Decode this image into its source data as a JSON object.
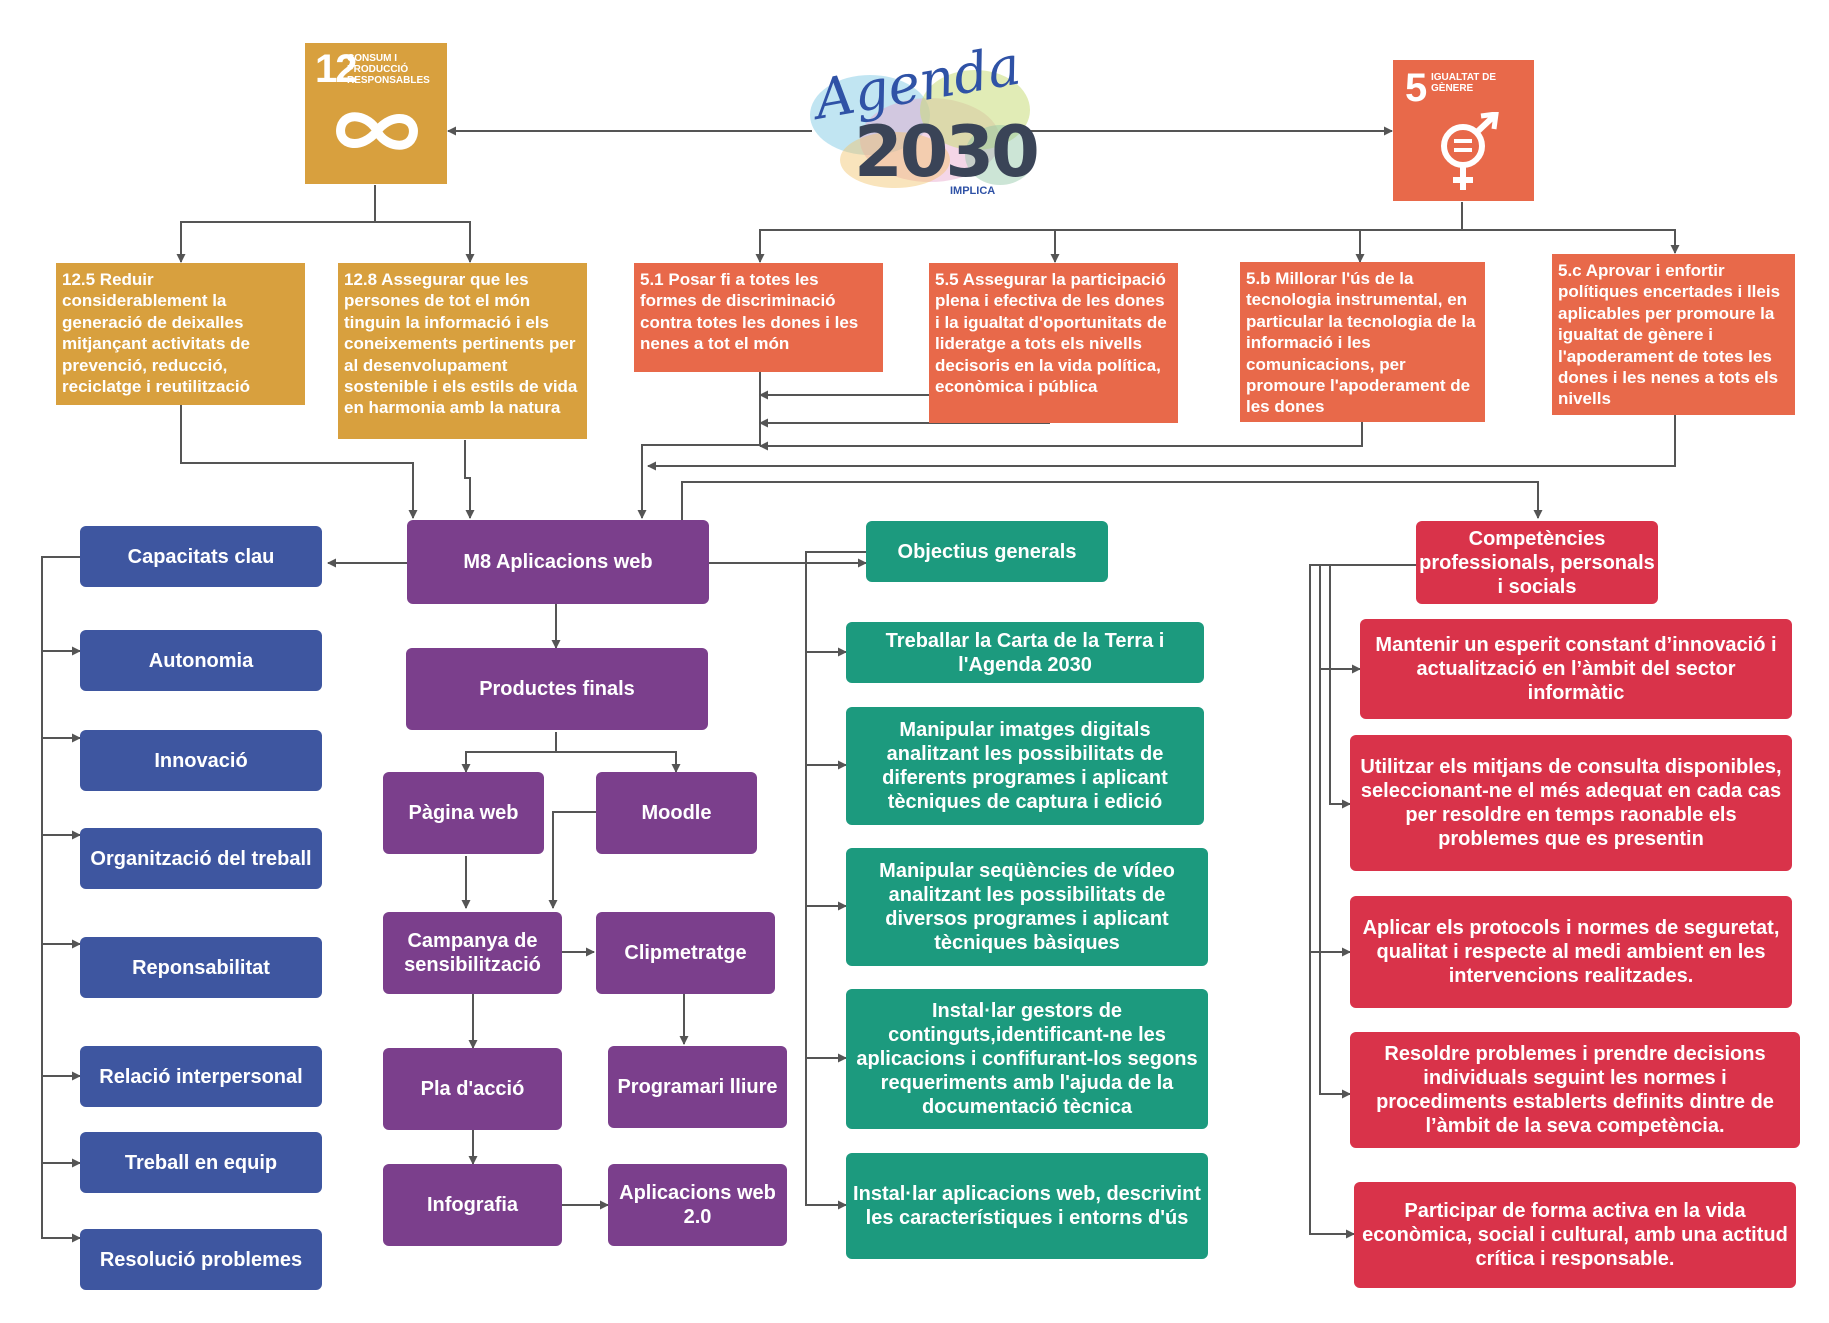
{
  "sdg12": {
    "number": "12",
    "caption": "Consum i producció responsables",
    "color": "#d8a03e"
  },
  "sdg5": {
    "number": "5",
    "caption": "Igualtat de gènere",
    "color": "#e8694a"
  },
  "logo": {
    "title": "Agenda",
    "year": "2030",
    "brand": "IMPLICA"
  },
  "targets": {
    "t125": "12.5 Reduir considerablement la generació de deixalles mitjançant activitats de prevenció, reducció, reciclatge i reutilització",
    "t128": "12.8  Assegurar que les persones de tot el món tinguin la informació i els coneixements pertinents per al desenvolupament sostenible i els estils de vida en harmonia amb la natura",
    "t51": "5.1 Posar fi a totes les formes de discriminació contra totes les dones i les nenes a tot el món",
    "t55": "5.5 Assegurar la participació plena i efectiva de les dones i la igualtat d'oportunitats de lideratge a tots els nivells decisoris en la vida política, econòmica i pública",
    "t5b": "5.b Millorar l'ús de la tecnologia instrumental, en particular la tecnologia de la informació i les comunicacions, per promoure l'apoderament de les dones",
    "t5c": "5.c Aprovar i enfortir polítiques encertades i lleis aplicables per promoure la igualtat de gènere i l'apoderament de totes les dones i les nenes a tots els nivells"
  },
  "module": {
    "title": "M8  Aplicacions  web"
  },
  "capacitats": {
    "title": "Capacitats clau",
    "items": [
      "Autonomia",
      "Innovació",
      "Organització del treball",
      "Reponsabilitat",
      "Relació interpersonal",
      "Treball en equip",
      "Resolució problemes"
    ]
  },
  "productes": {
    "title": "Productes finals",
    "pagina_web": "Pàgina web",
    "moodle": "Moodle",
    "campanya": "Campanya de sensibilització",
    "clipmetratge": "Clipmetratge",
    "pla_accio": "Pla d'acció",
    "programari": "Programari lliure",
    "infografia": "Infografia",
    "aplicacions20": "Aplicacions web 2.0"
  },
  "objectius": {
    "title": "Objectius generals",
    "items": [
      "Treballar la Carta de la Terra i l'Agenda 2030",
      "Manipular imatges digitals analitzant les possibilitats de diferents programes i aplicant tècniques de captura i edició",
      "Manipular seqüències de vídeo analitzant les possibilitats de diversos programes i aplicant tècniques bàsiques",
      "Instal·lar gestors de continguts,identificant-ne les aplicacions i confifurant-los segons requeriments amb l'ajuda de la documentació tècnica",
      "Instal·lar aplicacions web, descrivint les característiques i entorns d'ús"
    ]
  },
  "competencies": {
    "title": "Competències professionals, personals i socials",
    "items": [
      "Mantenir un esperit constant d’innovació i actualització en l’àmbit del sector informàtic",
      "Utilitzar els mitjans de consulta disponibles, seleccionant-ne el més adequat en cada cas per resoldre en temps raonable els problemes que es presentin",
      "Aplicar els protocols i normes de seguretat, qualitat i respecte al medi ambient en les intervencions realitzades.",
      "Resoldre problemes i prendre decisions individuals seguint les normes i procediments establerts definits dintre de l’àmbit de la seva competència.",
      "Participar de forma activa en la vida econòmica, social i cultural, amb una actitud crítica i responsable."
    ]
  }
}
